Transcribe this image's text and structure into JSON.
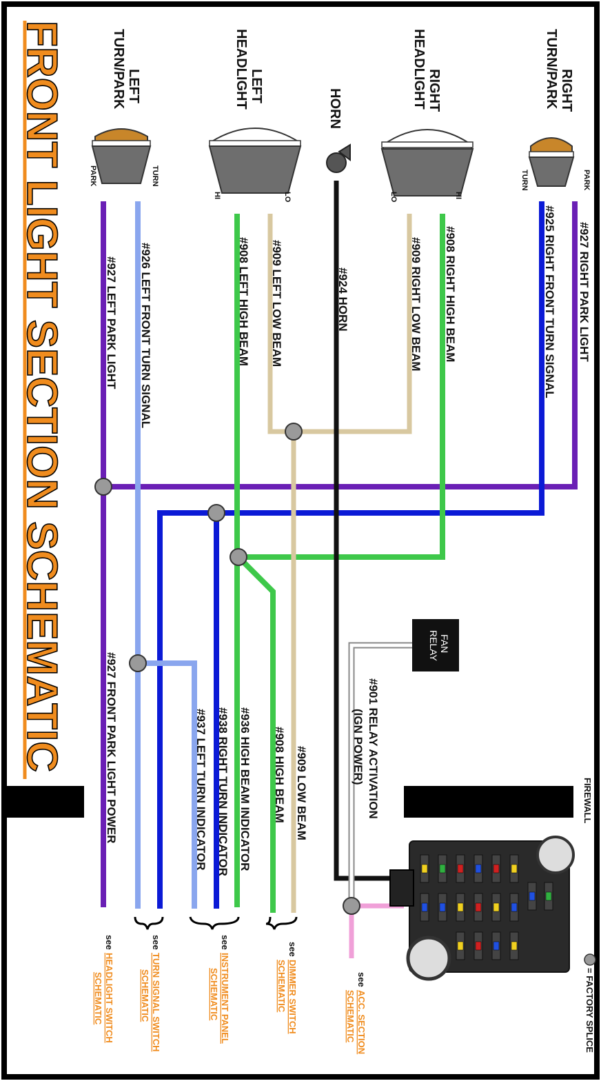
{
  "title": "FRONT LIGHT SECTION SCHEMATIC",
  "legend": {
    "splice_label": "= FACTORY SPLICE"
  },
  "colors": {
    "orange": "#f08c1e",
    "purple": "#6a1fb5",
    "blue": "#0b1ad6",
    "light_blue": "#8aa6ee",
    "green": "#3ec84a",
    "tan": "#d8c8a0",
    "black": "#111111",
    "pink": "#f0a0d8",
    "splice": "#9a9a9a"
  },
  "components": {
    "right_turn_park": {
      "label_line1": "RIGHT",
      "label_line2": "TURN/PARK",
      "park": "PARK",
      "turn": "TURN"
    },
    "right_headlight": {
      "label_line1": "RIGHT",
      "label_line2": "HEADLIGHT",
      "hi": "HI",
      "lo": "LO"
    },
    "horn": {
      "label": "HORN"
    },
    "left_headlight": {
      "label_line1": "LEFT",
      "label_line2": "HEADLIGHT",
      "hi": "HI",
      "lo": "LO"
    },
    "left_turn_park": {
      "label_line1": "LEFT",
      "label_line2": "TURN/PARK",
      "park": "PARK",
      "turn": "TURN"
    },
    "fan_relay": {
      "line1": "FAN",
      "line2": "RELAY"
    },
    "firewall": {
      "label": "FIREWALL"
    }
  },
  "wires": {
    "w927_right_park": "#927 RIGHT PARK LIGHT",
    "w925_right_turn": "#925 RIGHT FRONT TURN SIGNAL",
    "w908_right_high": "#908 RIGHT HIGH BEAM",
    "w909_right_low": "#909 RIGHT LOW BEAM",
    "w924_horn": "#924 HORN",
    "w909_left_low": "#909 LEFT LOW BEAM",
    "w908_left_high": "#908 LEFT HIGH BEAM",
    "w926_left_turn": "#926 LEFT FRONT TURN SIGNAL",
    "w927_left_park": "#927 LEFT PARK LIGHT",
    "w901_relay_line1": "#901 RELAY ACTIVATION",
    "w901_relay_line2": "(IGN POWER)",
    "w909_low": "#909 LOW BEAM",
    "w908_high": "#908 HIGH BEAM",
    "w936_indicator": "#936 HIGH BEAM INDICATOR",
    "w938_right_ind": "#938 RIGHT TURN INDICATOR",
    "w937_left_ind": "#937 LEFT  TURN INDICATOR",
    "w927_front_park": "#927 FRONT PARK LIGHT POWER"
  },
  "references": {
    "see": "see",
    "acc_line1": "ACC. SECTION",
    "acc_line2": "SCHEMATIC",
    "dimmer_line1": "DIMMER SWITCH",
    "dimmer_line2": "SCHEMATIC",
    "instrument_line1": "INSTRUMENT PANEL",
    "instrument_line2": "SCHEMATIC",
    "turn_line1": "TURN SIGNAL SWITCH",
    "turn_line2": "SCHEMATIC",
    "headlight_line1": "HEADLIGHT SWITCH",
    "headlight_line2": "SCHEMATIC"
  }
}
